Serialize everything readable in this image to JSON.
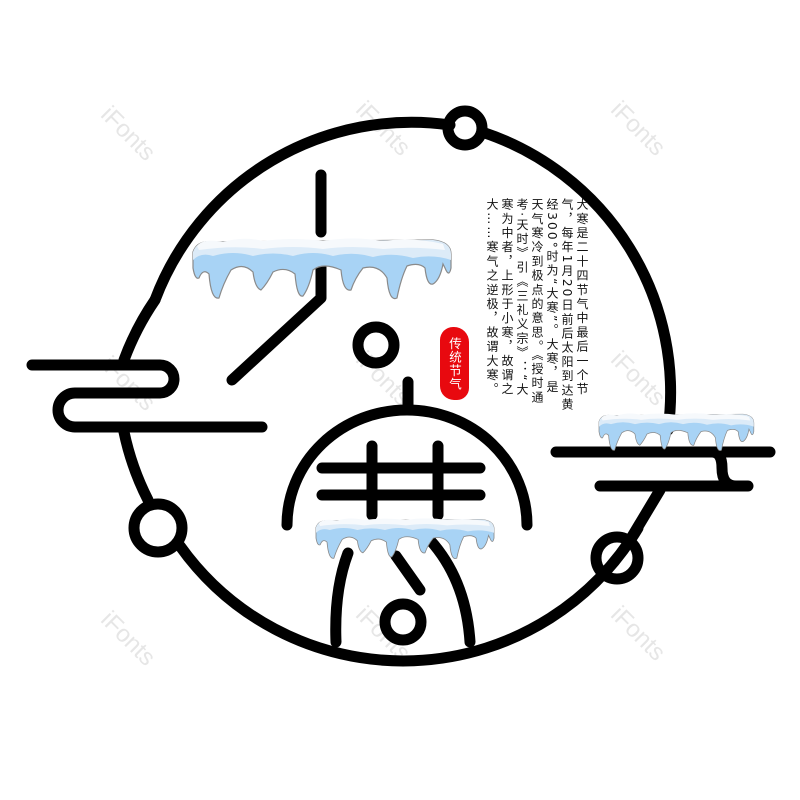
{
  "artwork": {
    "glyph": "大寒",
    "seal_text": "传统节气",
    "poem_columns": [
      "大寒是二十四节气中最后一个节",
      "气，每年1月20日前后太阳到达黄",
      "经300°时为“大寒”。大寒，是",
      "天气寒冷到极点的意思。《授时通",
      "考·天时》引《三礼义宗》：“大",
      "寒为中者，上形于小寒，故谓之",
      "大……寒气之逆极，故谓大寒。"
    ],
    "watermark": "iFonts",
    "colors": {
      "stroke": "#000000",
      "seal": "#e8090f",
      "ice": "#a8d3f5",
      "snow": "#dcebf8"
    }
  }
}
